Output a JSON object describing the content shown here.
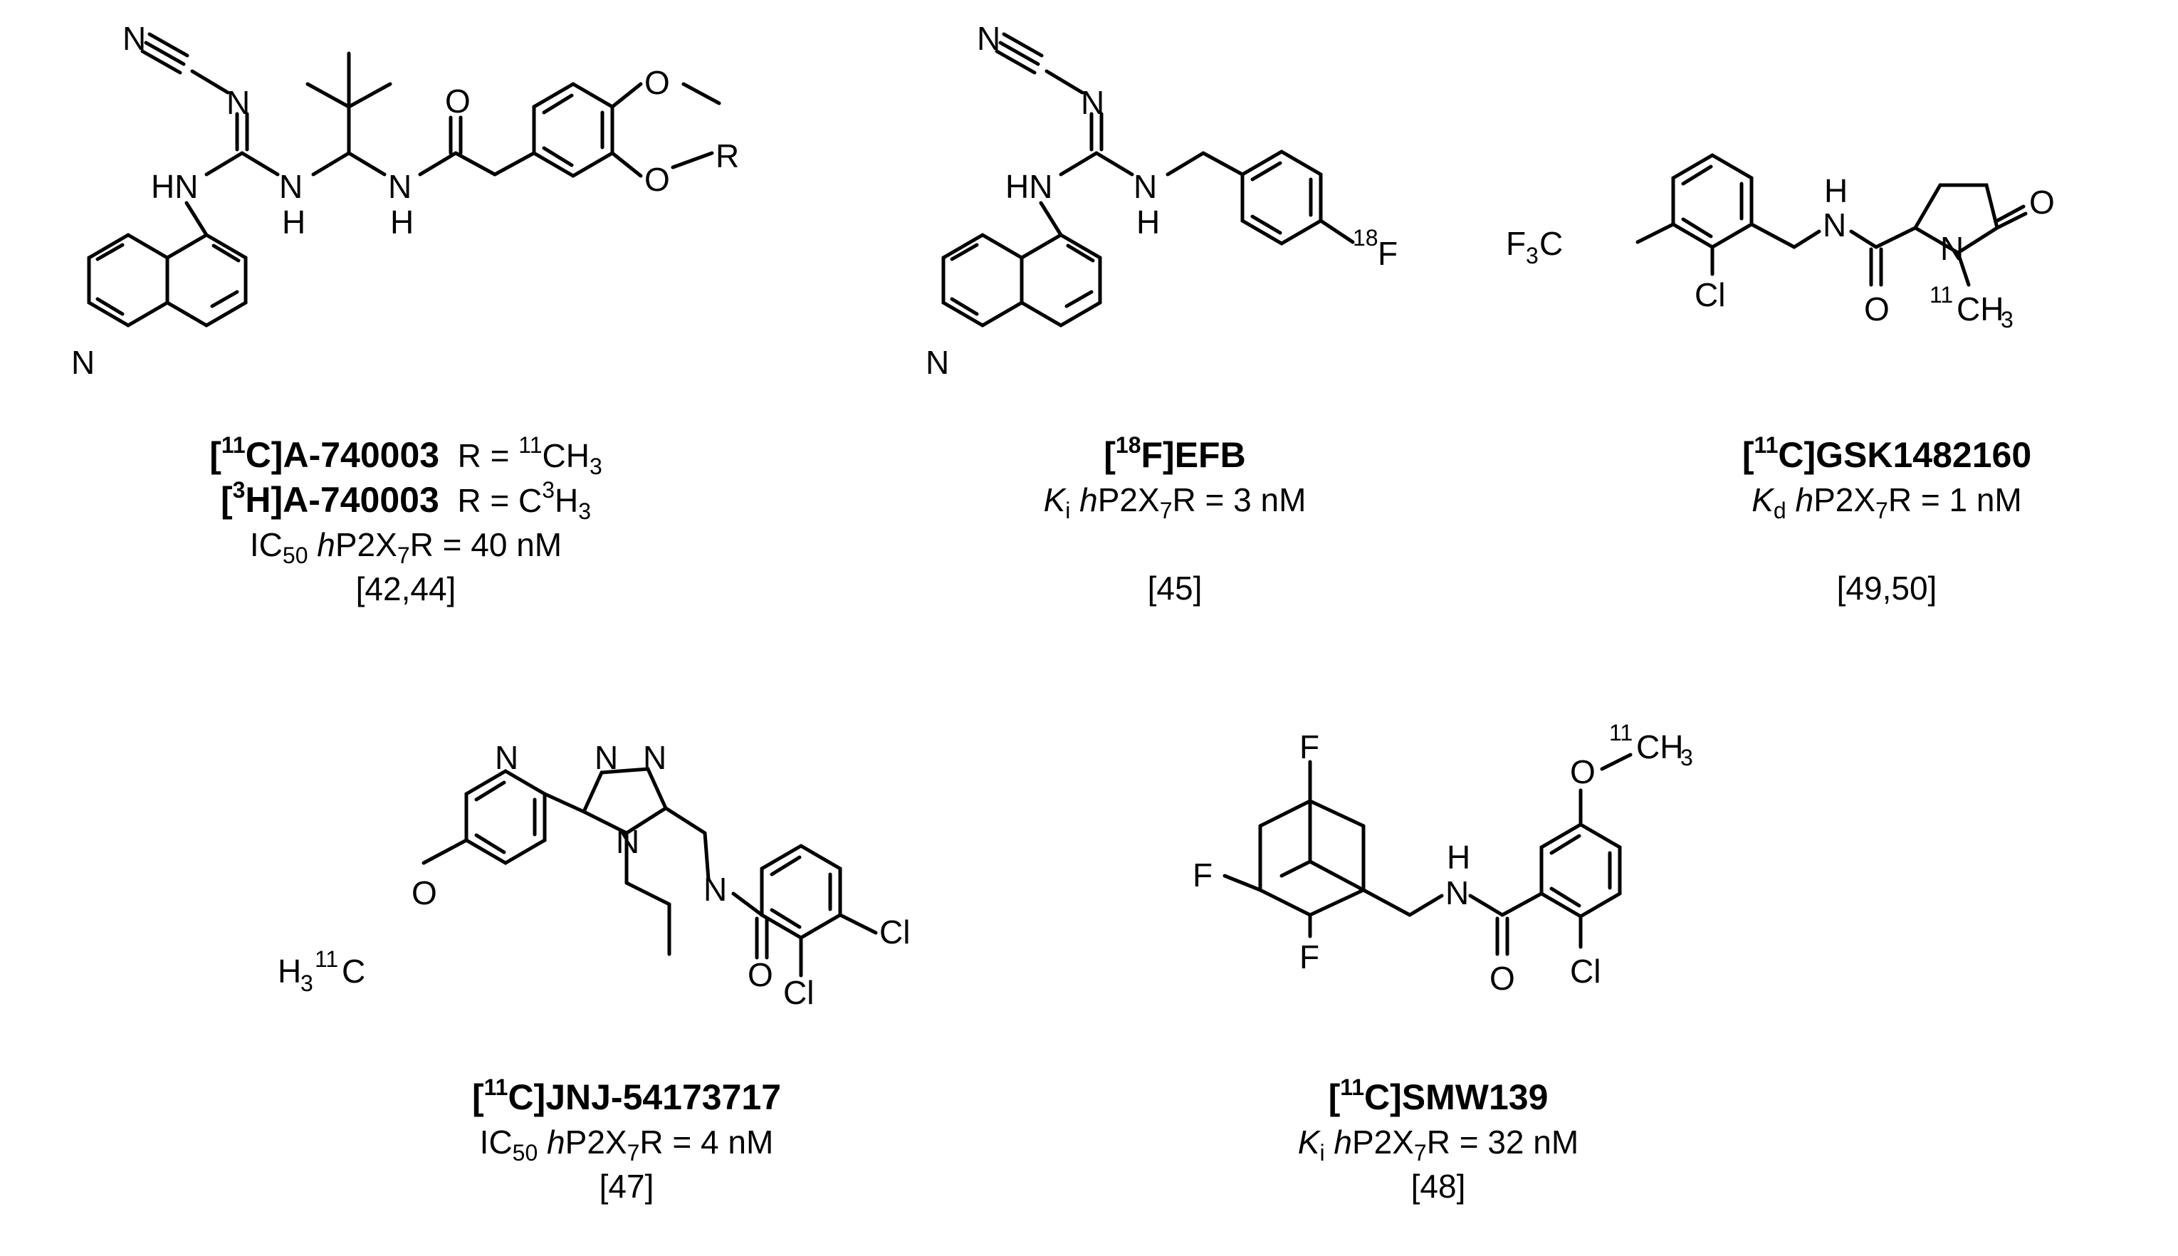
{
  "compounds": [
    {
      "id": "a740003",
      "labels": [
        "[",
        "11",
        "C]A-740003",
        "R = ",
        "11",
        "CH",
        "3",
        "[",
        "3",
        "H]A-740003",
        "R = C",
        "3",
        "H",
        "3"
      ],
      "assay_prefix": "IC",
      "assay_sub": "50",
      "target_h": "h",
      "target_a": "P2X",
      "target_sub": "7",
      "target_b": "R = 40 nM",
      "ref": "[42,44]"
    },
    {
      "id": "efb",
      "name_open": "[",
      "name_sup": "18",
      "name_rest": "F]EFB",
      "assay_prefix": "K",
      "assay_sub": "i",
      "target_h": "h",
      "target_a": "P2X",
      "target_sub": "7",
      "target_b": "R = 3 nM",
      "ref": "[45]"
    },
    {
      "id": "gsk",
      "name_open": "[",
      "name_sup": "11",
      "name_rest": "C]GSK1482160",
      "assay_prefix": "K",
      "assay_sub": "d",
      "target_h": "h",
      "target_a": "P2X",
      "target_sub": "7",
      "target_b": "R = 1 nM",
      "ref": "[49,50]"
    },
    {
      "id": "jnj",
      "name_open": "[",
      "name_sup": "11",
      "name_rest": "C]JNJ-54173717",
      "assay_prefix": "IC",
      "assay_sub": "50",
      "target_h": "h",
      "target_a": "P2X",
      "target_sub": "7",
      "target_b": "R = 4 nM",
      "ref": "[47]"
    },
    {
      "id": "smw",
      "name_open": "[",
      "name_sup": "11",
      "name_rest": "C]SMW139",
      "assay_prefix": "K",
      "assay_sub": "i",
      "target_h": "h",
      "target_a": "P2X",
      "target_sub": "7",
      "target_b": "R = 32 nM",
      "ref": "[48]"
    }
  ],
  "atoms": {
    "N": "N",
    "HN": "HN",
    "H": "H",
    "O": "O",
    "R": "R",
    "F": "F",
    "Cl": "Cl",
    "F3C_a": "F",
    "F3C_sub": "3",
    "F3C_b": "C",
    "sup11": "11",
    "sup18": "18",
    "CH": "CH",
    "sub3": "3",
    "H3": "H",
    "C": "C"
  }
}
